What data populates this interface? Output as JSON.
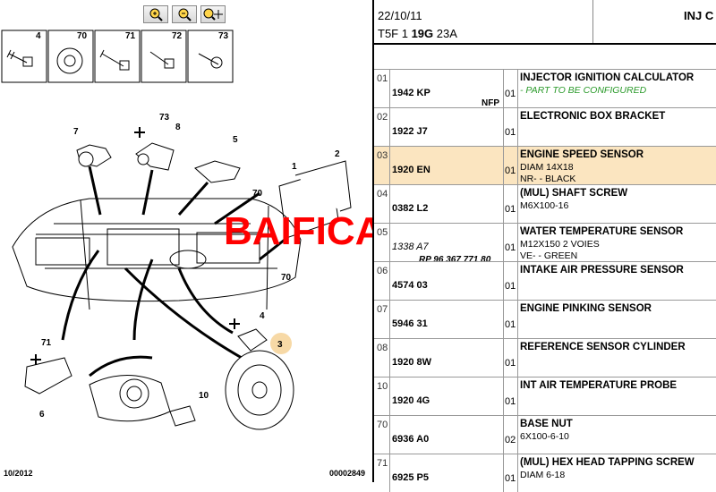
{
  "toolbar": {
    "buttons": [
      {
        "name": "zoom-in-icon"
      },
      {
        "name": "zoom-out-icon"
      },
      {
        "name": "zoom-move-icon"
      }
    ]
  },
  "diagram": {
    "callouts": [
      "4",
      "70",
      "71",
      "72",
      "73",
      "7",
      "73",
      "8",
      "5",
      "2",
      "1",
      "70",
      "70",
      "4",
      "3",
      "71",
      "6",
      "10"
    ],
    "footer_left": "10/2012",
    "footer_right": "00002849"
  },
  "watermark": "BAIFICAR",
  "header": {
    "date": "22/10/11",
    "model_prefix": "T5F 1 ",
    "model_bold": "19G",
    "model_suffix": " 23A",
    "title": "INJ C"
  },
  "rows": [
    {
      "num": "01",
      "part": "1942 KP",
      "note": "NFP",
      "qty": "01",
      "desc": "INJECTOR IGNITION CALCULATOR",
      "sub": "- PART TO BE CONFIGURED",
      "sub_green": true,
      "sub2": ""
    },
    {
      "num": "02",
      "part": "1922 J7",
      "qty": "01",
      "desc": "ELECTRONIC BOX BRACKET",
      "sub": "",
      "sub2": ""
    },
    {
      "num": "03",
      "part": "1920 EN",
      "qty": "01",
      "desc": "ENGINE SPEED SENSOR",
      "sub": "DIAM 14X18",
      "sub2": "NR- - BLACK",
      "highlight": true
    },
    {
      "num": "04",
      "part": "0382 L2",
      "qty": "01",
      "desc": "(MUL) SHAFT SCREW",
      "sub": "M6X100-16",
      "sub2": ""
    },
    {
      "num": "05",
      "part": "1338 A7",
      "part_italic": true,
      "ref": "RP 96 367 771 80",
      "qty": "01",
      "desc": "WATER TEMPERATURE SENSOR",
      "sub": "M12X150 2 VOIES",
      "sub2": "VE- - GREEN"
    },
    {
      "num": "06",
      "part": "4574 03",
      "qty": "01",
      "desc": "INTAKE AIR PRESSURE SENSOR",
      "sub": "",
      "sub2": ""
    },
    {
      "num": "07",
      "part": "5946 31",
      "qty": "01",
      "desc": "ENGINE PINKING SENSOR",
      "sub": "",
      "sub2": ""
    },
    {
      "num": "08",
      "part": "1920 8W",
      "qty": "01",
      "desc": "REFERENCE SENSOR CYLINDER",
      "sub": "",
      "sub2": ""
    },
    {
      "num": "10",
      "part": "1920 4G",
      "qty": "01",
      "desc": "INT AIR TEMPERATURE PROBE",
      "sub": "",
      "sub2": ""
    },
    {
      "num": "70",
      "part": "6936 A0",
      "qty": "02",
      "desc": "BASE NUT",
      "sub": "6X100-6-10",
      "sub2": ""
    },
    {
      "num": "71",
      "part": "6925 P5",
      "qty": "01",
      "desc": "(MUL) HEX HEAD TAPPING SCREW",
      "sub": "DIAM 6-18",
      "sub2": ""
    }
  ]
}
